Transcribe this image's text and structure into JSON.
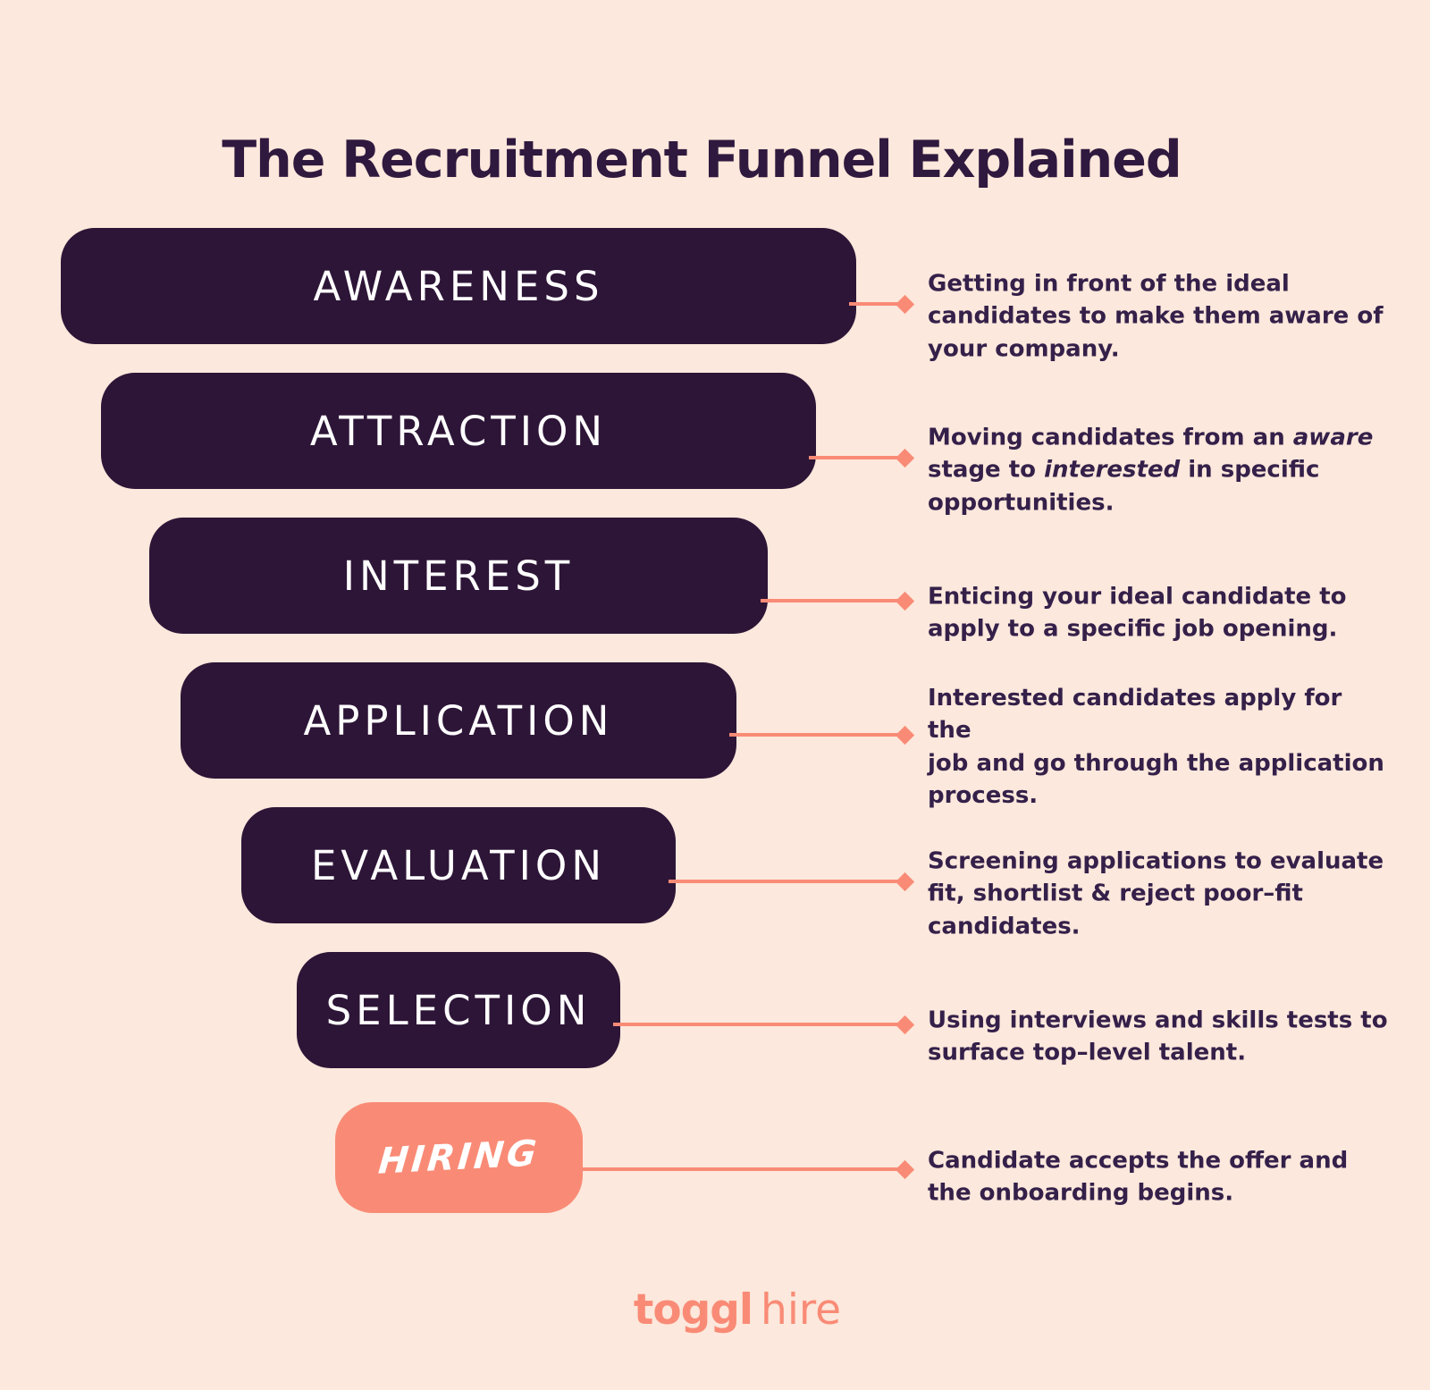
{
  "page": {
    "title": "The Recruitment Funnel Explained"
  },
  "colors": {
    "bg": "#FCE8DC",
    "purple": "#2D1537",
    "coral": "#F98B76",
    "title": "#30193E",
    "text": "#342049",
    "bar_text": "#FFFFFF"
  },
  "stages": [
    {
      "label": "AWARENESS",
      "desc": [
        {
          "text": "Getting in front of the ideal"
        },
        {
          "br": true
        },
        {
          "text": "candidates to make them aware of"
        },
        {
          "br": true
        },
        {
          "text": "your company."
        }
      ]
    },
    {
      "label": "ATTRACTION",
      "desc": [
        {
          "text": "Moving candidates from an "
        },
        {
          "text": "aware",
          "italic": true
        },
        {
          "br": true
        },
        {
          "text": "stage to "
        },
        {
          "text": "interested",
          "italic": true
        },
        {
          "text": " in specific"
        },
        {
          "br": true
        },
        {
          "text": "opportunities."
        }
      ]
    },
    {
      "label": "INTEREST",
      "desc": [
        {
          "text": "Enticing your ideal candidate to"
        },
        {
          "br": true
        },
        {
          "text": "apply to a specific job opening."
        }
      ]
    },
    {
      "label": "APPLICATION",
      "desc": [
        {
          "text": "Interested candidates apply for the"
        },
        {
          "br": true
        },
        {
          "text": "job and go through the application"
        },
        {
          "br": true
        },
        {
          "text": "process."
        }
      ]
    },
    {
      "label": "EVALUATION",
      "desc": [
        {
          "text": "Screening applications to evaluate"
        },
        {
          "br": true
        },
        {
          "text": "fit, shortlist & reject poor–fit"
        },
        {
          "br": true
        },
        {
          "text": "candidates."
        }
      ]
    },
    {
      "label": "SELECTION",
      "desc": [
        {
          "text": "Using interviews and skills tests to"
        },
        {
          "br": true
        },
        {
          "text": "surface top–level talent."
        }
      ]
    },
    {
      "label": "HIRING",
      "highlight": true,
      "desc": [
        {
          "text": "Candidate accepts the offer and"
        },
        {
          "br": true
        },
        {
          "text": "the onboarding begins."
        }
      ]
    }
  ],
  "footer": {
    "logo_bold": "toggl",
    "logo_light": "hire"
  }
}
